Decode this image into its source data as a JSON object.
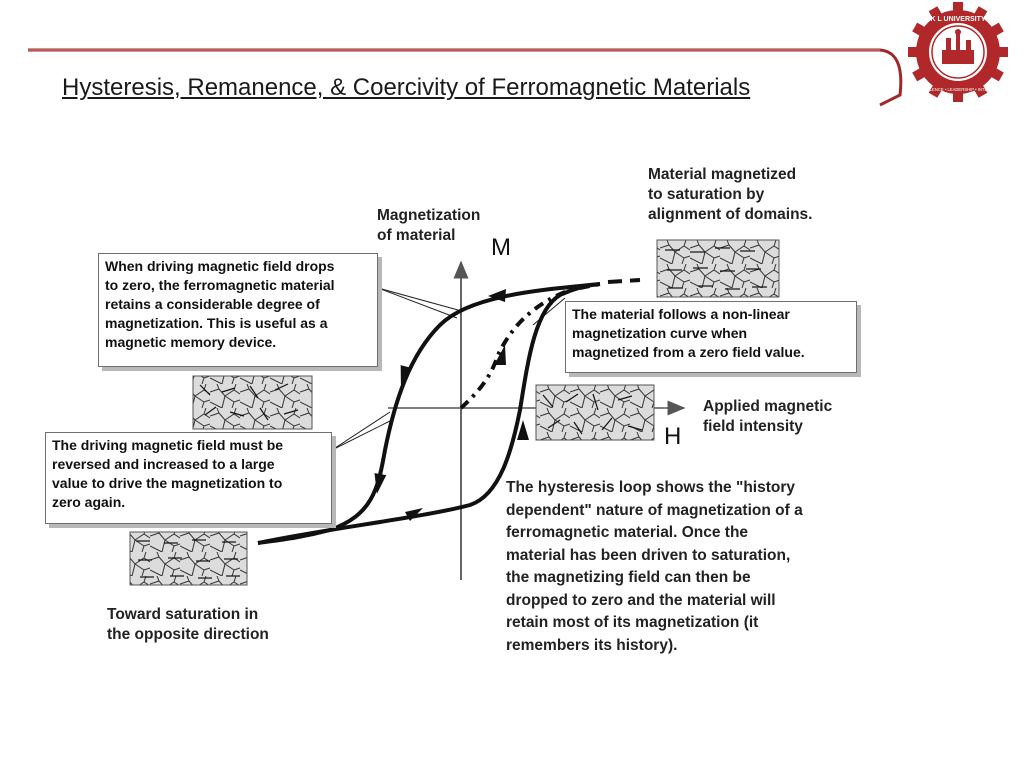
{
  "slide": {
    "title": "Hysteresis, Remanence, & Coercivity of Ferromagnetic Materials",
    "accent_color": "#a0282a"
  },
  "logo": {
    "text": "K L UNIVERSITY",
    "ring_text": "EXCELLENCE • LEADERSHIP • INTEGRITY"
  },
  "diagram": {
    "y_axis_label_line1": "Magnetization",
    "y_axis_label_line2": "of material",
    "y_axis_letter": "M",
    "x_axis_label_line1": "Applied magnetic",
    "x_axis_label_line2": "field intensity",
    "x_axis_letter": "H",
    "saturation_note_line1": "Material magnetized",
    "saturation_note_line2": "to saturation by",
    "saturation_note_line3": "alignment of domains.",
    "opposite_note_line1": "Toward saturation in",
    "opposite_note_line2": "the opposite direction",
    "callouts": {
      "remanence": [
        "When driving magnetic field drops",
        "to zero, the ferromagnetic material",
        "retains a considerable degree of",
        "magnetization. This is useful as a",
        "magnetic memory device."
      ],
      "nonlinear": [
        "The material follows a non-linear",
        "magnetization curve when",
        "magnetized from a zero field value."
      ],
      "coercivity": [
        "The driving magnetic field must be",
        "reversed and increased to a large",
        "value to drive the  magnetization to",
        "zero again."
      ]
    },
    "history_text": [
      "The hysteresis loop shows the \"history",
      "dependent\" nature of magnetization of a",
      "ferromagnetic material. Once the",
      "material has been driven to saturation,",
      "the magnetizing field can then be",
      "dropped to zero and the material will",
      "retain most of its magnetization (it",
      "remembers its history)."
    ]
  }
}
